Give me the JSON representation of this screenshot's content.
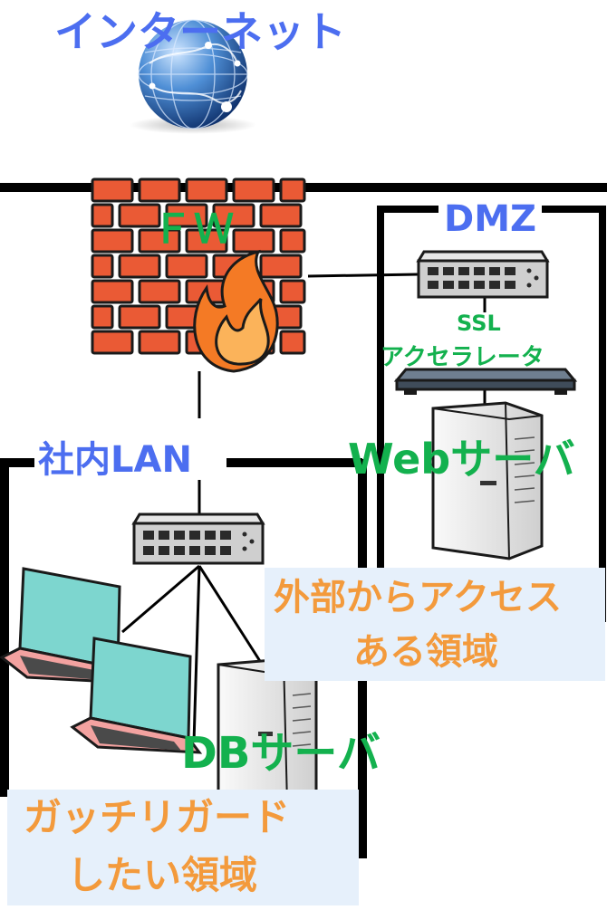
{
  "labels": {
    "internet": "インターネット",
    "fw": "ＦＷ",
    "dmz": "DMZ",
    "ssl_line1": "SSL",
    "ssl_line2": "アクセラレータ",
    "web_server": "Webサーバ",
    "lan": "社内LAN",
    "db_server": "DBサーバ",
    "dmz_note_line1": "外部からアクセス",
    "dmz_note_line2": "ある領域",
    "lan_note_line1": "ガッチリガード",
    "lan_note_line2": "したい領域"
  },
  "colors": {
    "title_blue": "#4c6ef0",
    "label_green": "#13b14e",
    "note_orange": "#f39a3c",
    "note_bg": "#e6f0fb",
    "brick_red": "#ea5a35",
    "flame_orange": "#f47a25",
    "laptop_screen": "#7dd6cf",
    "laptop_body": "#f3a2a0"
  },
  "icons": {
    "internet": "globe-icon",
    "fw": "brick-firewall-icon",
    "switch": "network-switch-icon",
    "ssl": "ssl-accelerator-icon",
    "server": "tower-server-icon",
    "laptop": "laptop-icon"
  }
}
